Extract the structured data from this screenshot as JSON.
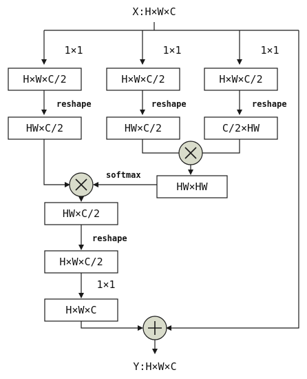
{
  "input_label": "X:H×W×C",
  "output_label": "Y:H×W×C",
  "branches": {
    "conv_labels": [
      "1×1",
      "1×1",
      "1×1"
    ],
    "boxes_top": [
      "H×W×C/2",
      "H×W×C/2",
      "H×W×C/2"
    ],
    "reshape_labels": [
      "reshape",
      "reshape",
      "reshape"
    ],
    "boxes_reshaped": [
      "HW×C/2",
      "HW×C/2",
      "C/2×HW"
    ]
  },
  "attention_box": "HW×HW",
  "softmax_label": "softmax",
  "after_mult_box": "HW×C/2",
  "reshape_label_bottom": "reshape",
  "box_reshaped_back": "H×W×C/2",
  "conv_label_bottom": "1×1",
  "box_final": "H×W×C",
  "operators": {
    "multiply_symbol": "×",
    "add_symbol": "+"
  },
  "colors": {
    "operator_fill": "#d9dccb",
    "stroke": "#1a1a1a"
  }
}
